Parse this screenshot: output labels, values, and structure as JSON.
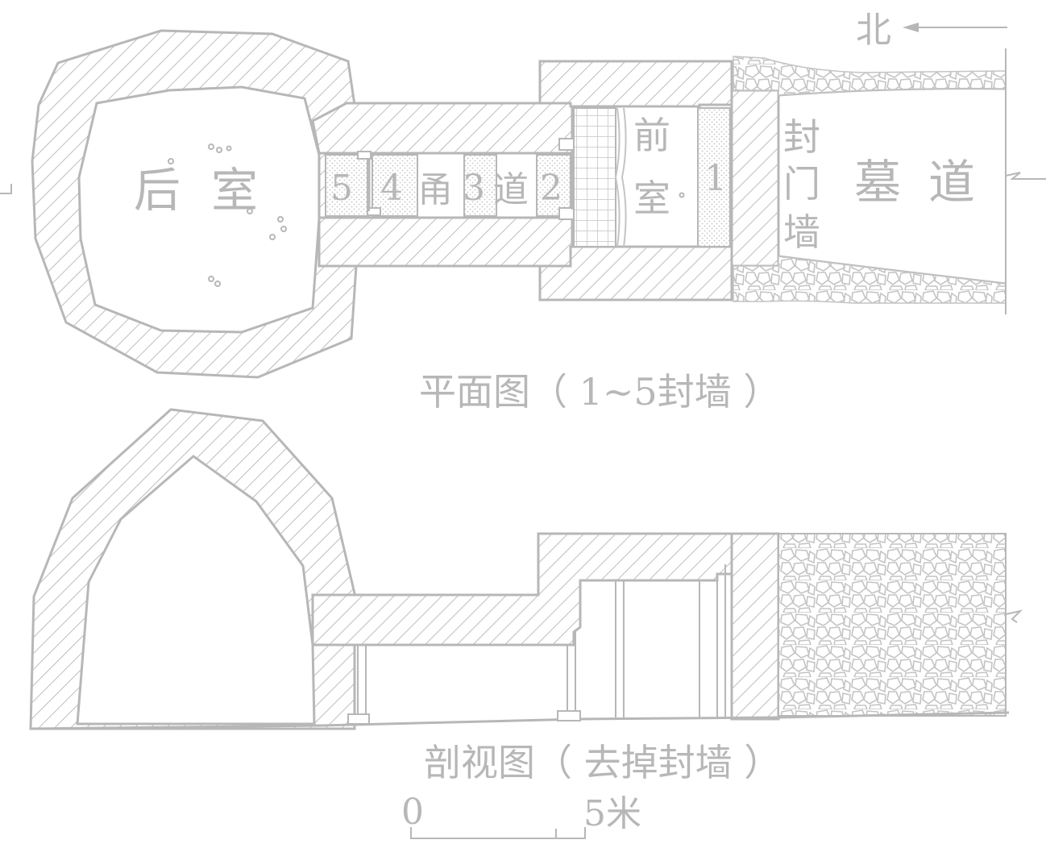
{
  "plan": {
    "north_label": "北",
    "rear_chamber_a": "后",
    "rear_chamber_b": "室",
    "front_chamber_a": "前",
    "front_chamber_b": "室",
    "corridor_a": "甬",
    "corridor_b": "道",
    "sealing_wall_a": "封",
    "sealing_wall_b": "门",
    "sealing_wall_c": "墙",
    "tomb_passage_a": "墓",
    "tomb_passage_b": "道",
    "wall_numbers": [
      "1",
      "2",
      "3",
      "4",
      "5"
    ],
    "caption": "平面图（ 1~5封墙 ）"
  },
  "section": {
    "caption": "剖视图（ 去掉封墙 ）"
  },
  "scale_bar": {
    "start_label": "0",
    "end_label": "5米"
  },
  "colors": {
    "line": "#b7b7b7",
    "fill": "#ffffff"
  }
}
